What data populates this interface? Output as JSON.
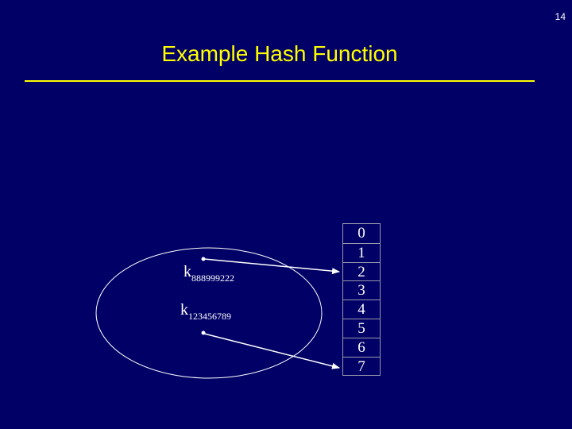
{
  "page_number": "14",
  "title": "Example Hash Function",
  "keys": [
    {
      "letter": "k",
      "subscript": "888999222"
    },
    {
      "letter": "k",
      "subscript": "123456789"
    }
  ],
  "table": {
    "cells": [
      "0",
      "1",
      "2",
      "3",
      "4",
      "5",
      "6",
      "7"
    ]
  },
  "colors": {
    "background": "#000066",
    "title": "#ffff00",
    "text": "#ffffff"
  }
}
